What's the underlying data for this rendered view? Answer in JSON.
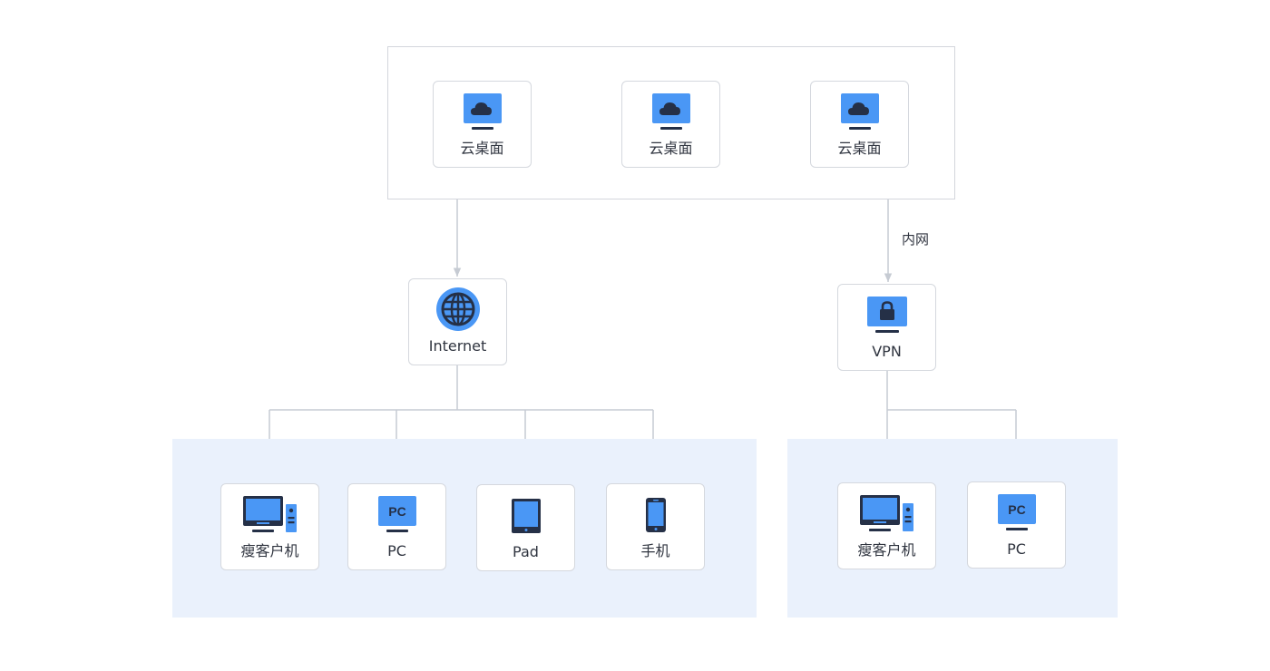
{
  "cloud_desktops": [
    {
      "label": "云桌面",
      "icon": "cloud-monitor-icon"
    },
    {
      "label": "云桌面",
      "icon": "cloud-monitor-icon"
    },
    {
      "label": "云桌面",
      "icon": "cloud-monitor-icon"
    }
  ],
  "gateways": {
    "internet": {
      "label": "Internet",
      "icon": "globe-icon"
    },
    "vpn": {
      "label": "VPN",
      "icon": "lock-monitor-icon",
      "edge_label": "内网"
    }
  },
  "internet_clients": [
    {
      "label": "瘦客户机",
      "icon": "thin-client-icon"
    },
    {
      "label": "PC",
      "icon": "pc-icon",
      "icon_text": "PC"
    },
    {
      "label": "Pad",
      "icon": "tablet-icon"
    },
    {
      "label": "手机",
      "icon": "phone-icon"
    }
  ],
  "vpn_clients": [
    {
      "label": "瘦客户机",
      "icon": "thin-client-icon"
    },
    {
      "label": "PC",
      "icon": "pc-icon",
      "icon_text": "PC"
    }
  ],
  "colors": {
    "accent_blue": "#4a97f5",
    "dark_navy": "#253047",
    "panel_bg": "#eaf1fc",
    "connector": "#c6cbd3",
    "border": "#d5d8de"
  }
}
